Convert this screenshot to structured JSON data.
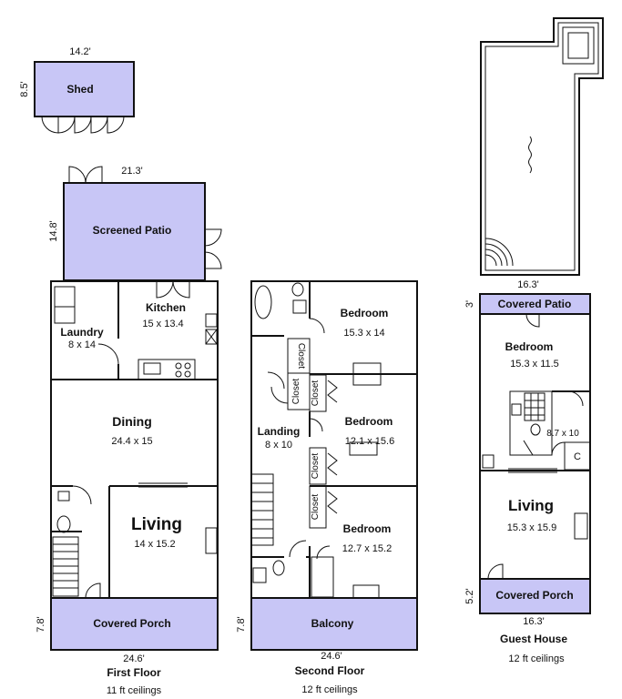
{
  "shed": {
    "label": "Shed",
    "width": "14.2'",
    "depth": "8.5'"
  },
  "screened_patio": {
    "label": "Screened Patio",
    "width": "21.3'",
    "depth": "14.8'"
  },
  "first_floor": {
    "title": "First Floor",
    "ceilings": "11 ft ceilings",
    "width": "24.6'",
    "porch_depth": "7.8'",
    "rooms": {
      "laundry": {
        "name": "Laundry",
        "size": "8 x 14"
      },
      "kitchen": {
        "name": "Kitchen",
        "size": "15 x 13.4"
      },
      "dining": {
        "name": "Dining",
        "size": "24.4 x 15"
      },
      "living": {
        "name": "Living",
        "size": "14 x 15.2"
      },
      "porch": {
        "name": "Covered Porch"
      }
    }
  },
  "second_floor": {
    "title": "Second Floor",
    "ceilings": "12 ft ceilings",
    "width": "24.6'",
    "balcony_depth": "7.8'",
    "rooms": {
      "bedroom1": {
        "name": "Bedroom",
        "size": "15.3 x 14"
      },
      "bedroom2": {
        "name": "Bedroom",
        "size": "12.1 x 15.6"
      },
      "bedroom3": {
        "name": "Bedroom",
        "size": "12.7 x 15.2"
      },
      "landing": {
        "name": "Landing",
        "size": "8 x 10"
      },
      "closet": "Closet",
      "balcony": {
        "name": "Balcony"
      }
    }
  },
  "guest_house": {
    "title": "Guest House",
    "ceilings": "12 ft ceilings",
    "width": "16.3'",
    "patio_depth": "3'",
    "porch_depth": "5.2'",
    "rooms": {
      "patio": {
        "name": "Covered Patio"
      },
      "bedroom": {
        "name": "Bedroom",
        "size": "15.3 x 11.5"
      },
      "bath": {
        "size": "8.7 x 10"
      },
      "closet": "C",
      "living": {
        "name": "Living",
        "size": "15.3 x 15.9"
      },
      "porch": {
        "name": "Covered Porch"
      }
    }
  },
  "pool": {
    "width": "16.3'"
  }
}
